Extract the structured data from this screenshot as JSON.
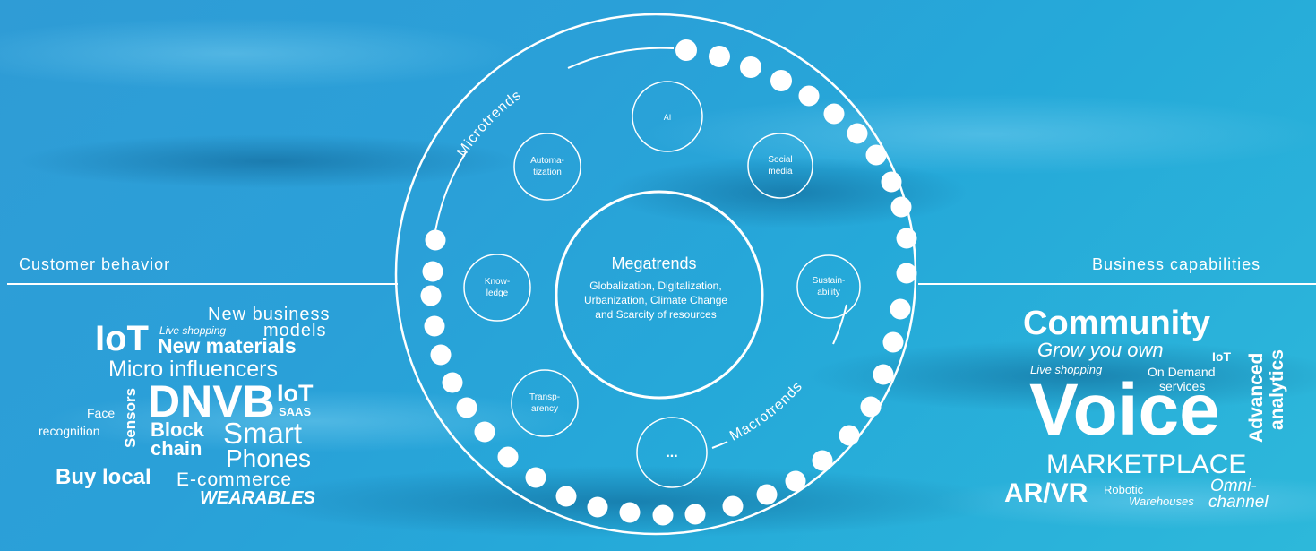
{
  "side_labels": {
    "left": "Customer behavior",
    "right": "Business capabilities"
  },
  "arc_labels": {
    "micro": "Microtrends",
    "macro": "Macrotrends"
  },
  "center": {
    "title": "Megatrends",
    "line1": "Globalization, Digitalization,",
    "line2": "Urbanization, Climate Change",
    "line3": "and Scarcity of resources"
  },
  "trend_circles": {
    "ai": "AI",
    "social_1": "Social",
    "social_2": "media",
    "sustain_1": "Sustain-",
    "sustain_2": "ability",
    "more": "...",
    "transp_1": "Transp-",
    "transp_2": "arency",
    "know_1": "Know-",
    "know_2": "ledge",
    "auto_1": "Automa-",
    "auto_2": "tization"
  },
  "left_cloud": {
    "new_business": "New business",
    "models": "models",
    "iot": "IoT",
    "live_shopping": "Live shopping",
    "new_materials": "New materials",
    "micro_influencers": "Micro influencers",
    "dnvb": "DNVB",
    "iot2": "IoT",
    "saas": "SAAS",
    "sensors": "Sensors",
    "face": "Face",
    "recognition": "recognition",
    "block": "Block",
    "chain": "chain",
    "smart": "Smart",
    "phones": "Phones",
    "buy_local": "Buy local",
    "ecommerce": "E-commerce",
    "wearables": "WEARABLES"
  },
  "right_cloud": {
    "community": "Community",
    "grow": "Grow you own",
    "iot": "IoT",
    "live_shopping": "Live shopping",
    "on_demand": "On Demand",
    "services": "services",
    "voice": "Voice",
    "advanced": "Advanced",
    "analytics": "analytics",
    "marketplace": "MARKETPLACE",
    "arvr": "AR/VR",
    "robotic": "Robotic",
    "warehouses": "Warehouses",
    "omni": "Omni-",
    "channel": "channel"
  },
  "colors": {
    "bg_left": "#2f9cd6",
    "bg_right": "#2db8da",
    "line": "#ffffff"
  }
}
